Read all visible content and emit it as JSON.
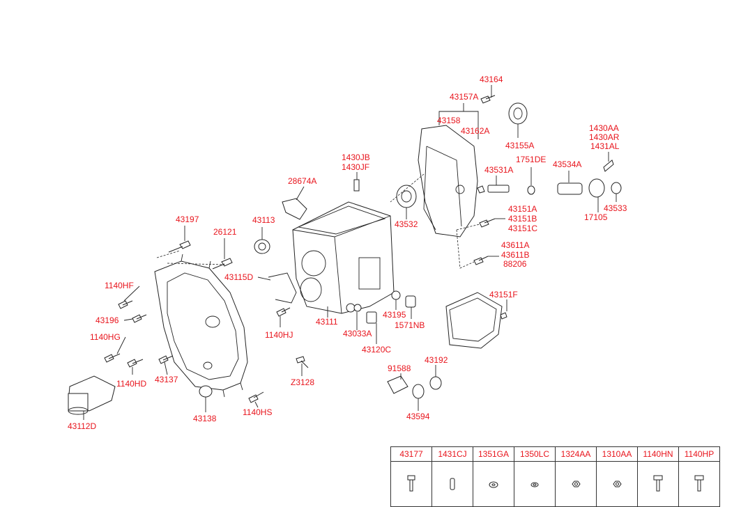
{
  "labels": {
    "p43164": "43164",
    "p43157A": "43157A",
    "p43158": "43158",
    "p43162A": "43162A",
    "p43155A": "43155A",
    "p1430AA": "1430AA",
    "p1430AR": "1430AR",
    "p1431AL": "1431AL",
    "p1430JB": "1430JB",
    "p1430JF": "1430JF",
    "p1751DE": "1751DE",
    "p43531A": "43531A",
    "p43534A": "43534A",
    "p28674A": "28674A",
    "p43533": "43533",
    "p43532": "43532",
    "p17105": "17105",
    "p43151A": "43151A",
    "p43151B": "43151B",
    "p43151C": "43151C",
    "p43197": "43197",
    "p43113": "43113",
    "p26121": "26121",
    "p43611A": "43611A",
    "p43611B": "43611B",
    "p88206": "88206",
    "p43115D": "43115D",
    "p1140HF": "1140HF",
    "p43151F": "43151F",
    "p43195": "43195",
    "p43196": "43196",
    "p43111": "43111",
    "p1571NB": "1571NB",
    "p1140HG": "1140HG",
    "p1140HJ": "1140HJ",
    "p43033A": "43033A",
    "p43120C": "43120C",
    "p91588": "91588",
    "p43192": "43192",
    "p1140HD": "1140HD",
    "p43137": "43137",
    "pZ3128": "Z3128",
    "p43138": "43138",
    "p1140HS": "1140HS",
    "p43594": "43594",
    "p43112D": "43112D"
  },
  "table": {
    "headers": [
      "43177",
      "1431CJ",
      "1351GA",
      "1350LC",
      "1324AA",
      "1310AA",
      "1140HN",
      "1140HP"
    ],
    "icons": [
      "bolt-icon",
      "pin-icon",
      "washer-icon",
      "washer-icon",
      "nut-icon",
      "nut-icon",
      "bolt-icon",
      "bolt-icon"
    ]
  }
}
